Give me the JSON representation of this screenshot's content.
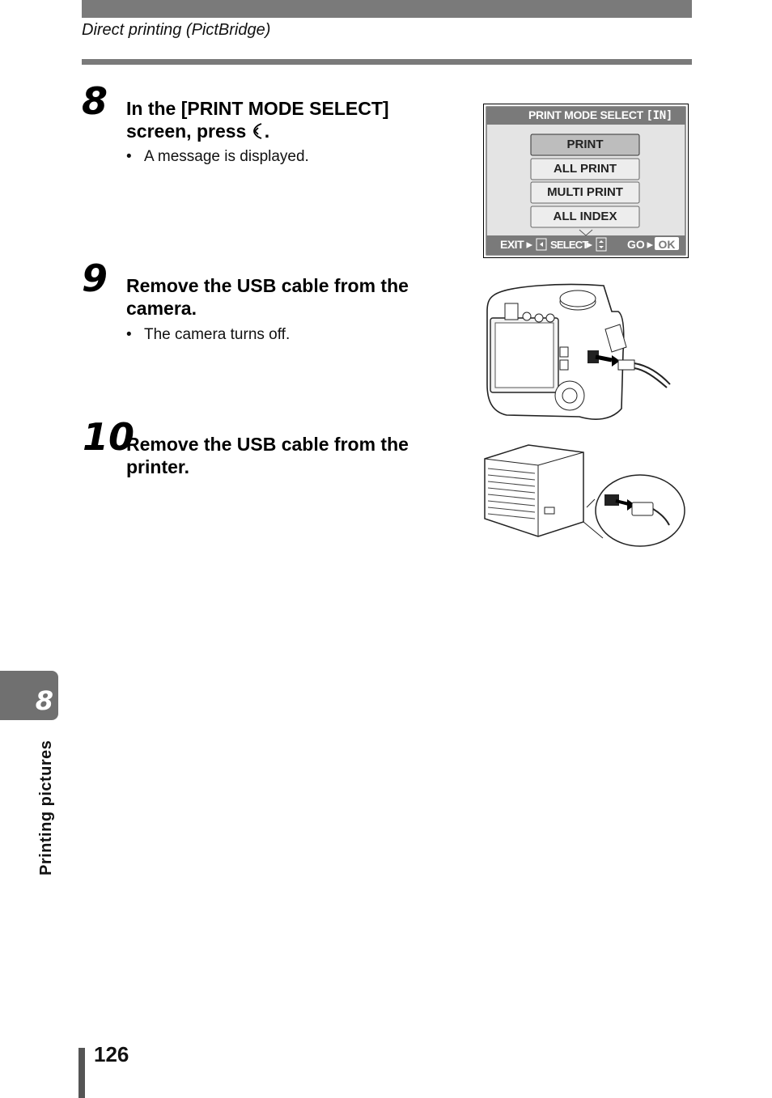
{
  "header": {
    "section_title": "Direct printing (PictBridge)"
  },
  "steps": [
    {
      "number": "8",
      "title_before_icon": "In the [PRINT MODE SELECT] screen, press ",
      "title_icon": "left-arrow-key-icon",
      "title_after_icon": ".",
      "bullet": "A message is displayed."
    },
    {
      "number": "9",
      "title": "Remove the USB cable from the camera.",
      "bullet": "The camera turns off."
    },
    {
      "number": "10",
      "title": "Remove the USB cable from the printer."
    }
  ],
  "lcd_screen": {
    "title": "PRINT MODE SELECT",
    "memory_badge": "[IN]",
    "menu_items": [
      "PRINT",
      "ALL PRINT",
      "MULTI PRINT",
      "ALL INDEX"
    ],
    "selected_index": 0,
    "footer": {
      "exit_label": "EXIT",
      "select_label": "SELECT",
      "go_label": "GO",
      "ok_label": "OK"
    }
  },
  "sidebar": {
    "chapter_number": "8",
    "chapter_label": "Printing pictures"
  },
  "footer": {
    "page_number": "126"
  }
}
